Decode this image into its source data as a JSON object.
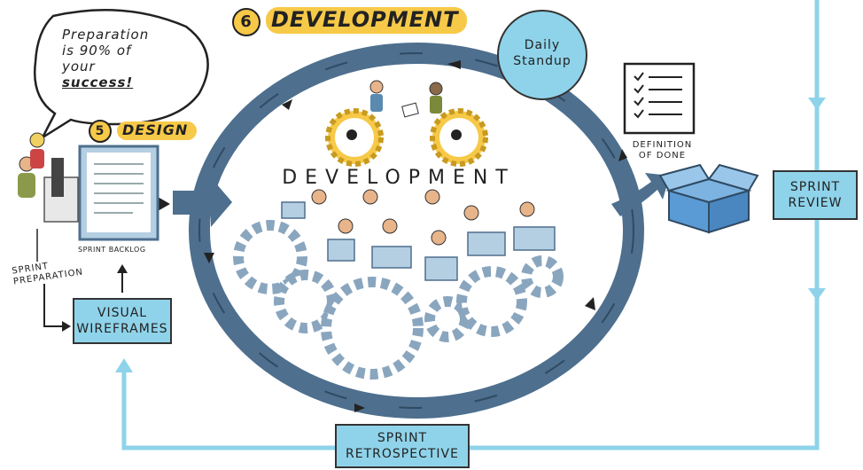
{
  "quote": [
    "Preparation",
    "is 90% of",
    "your",
    "success!"
  ],
  "design_step": {
    "number": "5",
    "label": "DESIGN"
  },
  "development_step": {
    "number": "6",
    "label": "DEVELOPMENT"
  },
  "center_label": "DEVELOPMENT",
  "daily_standup": [
    "Daily",
    "Standup"
  ],
  "sprint_backlog": "SPRINT BACKLOG",
  "sprint_preparation": [
    "SPRINT",
    "PREPARATION"
  ],
  "visual_wireframes": [
    "VISUAL",
    "WIREFRAMES"
  ],
  "definition_of_done": [
    "DEFINITION",
    "OF DONE"
  ],
  "sprint_review": [
    "SPRINT",
    "REVIEW"
  ],
  "sprint_retrospective": [
    "SPRINT",
    "RETROSPECTIVE"
  ],
  "colors": {
    "highlight": "#f7c948",
    "box_blue": "#8fd3ea",
    "loop_blue": "#4e6f8e",
    "line_blue": "#8fd3ea"
  }
}
